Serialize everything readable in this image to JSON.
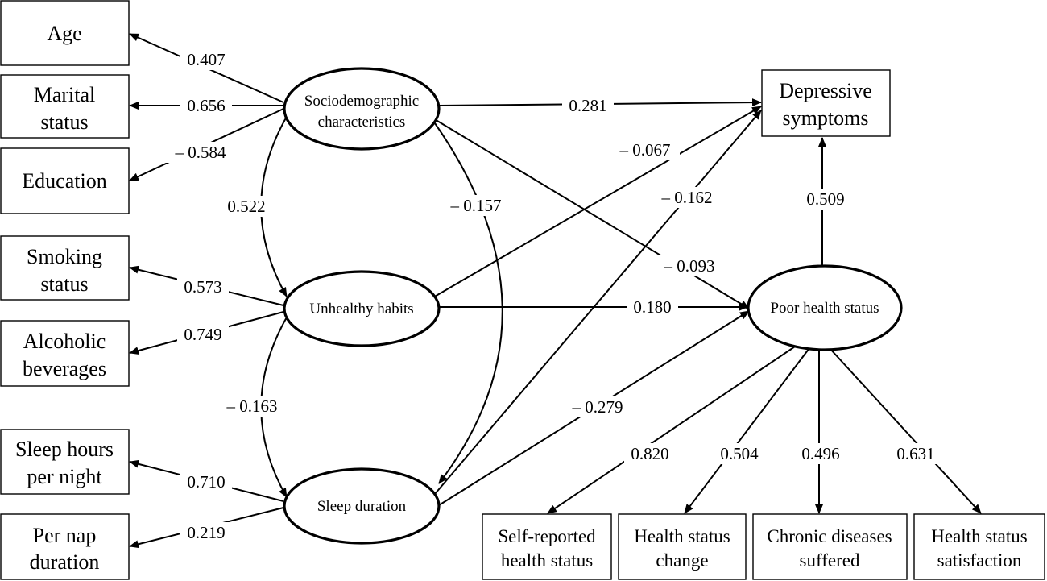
{
  "observed": {
    "age": "Age",
    "marital_1": "Marital",
    "marital_2": "status",
    "education": "Education",
    "smoking_1": "Smoking",
    "smoking_2": "status",
    "alcohol_1": "Alcoholic",
    "alcohol_2": "beverages",
    "sleephours_1": "Sleep hours",
    "sleephours_2": "per night",
    "nap_1": "Per nap",
    "nap_2": "duration",
    "depressive_1": "Depressive",
    "depressive_2": "symptoms",
    "selfrep_1": "Self-reported",
    "selfrep_2": "health status",
    "change_1": "Health status",
    "change_2": "change",
    "chronic_1": "Chronic diseases",
    "chronic_2": "suffered",
    "satisf_1": "Health status",
    "satisf_2": "satisfaction"
  },
  "latent": {
    "socio_1": "Sociodemographic",
    "socio_2": "characteristics",
    "habits": "Unhealthy habits",
    "sleep": "Sleep duration",
    "health": "Poor health status"
  },
  "coefficients": {
    "socio_age": "0.407",
    "socio_marital": "0.656",
    "socio_education": "– 0.584",
    "socio_habits": "0.522",
    "habits_smoking": "0.573",
    "habits_alcohol": "0.749",
    "habits_sleep": "– 0.163",
    "sleep_hours": "0.710",
    "sleep_nap": "0.219",
    "socio_sleep": "– 0.157",
    "socio_depressive": "0.281",
    "habits_depressive": "– 0.067",
    "sleep_depressive": "– 0.162",
    "socio_health": "– 0.093",
    "habits_health": "0.180",
    "sleep_health": "– 0.279",
    "health_depressive": "0.509",
    "health_selfrep": "0.820",
    "health_change": "0.504",
    "health_chronic": "0.496",
    "health_satisf": "0.631"
  }
}
